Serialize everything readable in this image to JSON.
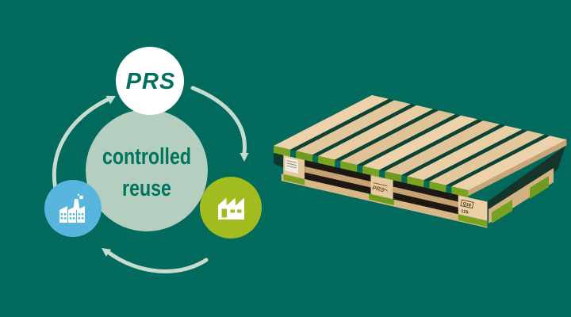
{
  "background_color": "#016a5c",
  "diagram": {
    "title_line1": "controlled",
    "title_line2": "reuse",
    "logo": "PRS",
    "icons": {
      "recycler": "factory-smokestack-icon",
      "producer": "factory-sawtooth-icon"
    },
    "colors": {
      "inner_circle": "#b4cfc0",
      "logo_circle": "#ffffff",
      "logo_text": "#006f5f",
      "title_text": "#00745e",
      "arrows": "#c6dccf",
      "recycler_node": "#58b5dd",
      "producer_node": "#a0bc1e"
    }
  },
  "pallet": {
    "center_block_stamp": "PRS",
    "corner_block_grade": "Q18",
    "corner_block_load": "125·",
    "colors": {
      "wood": "#e6cba4",
      "wood_dark": "#c9a577",
      "paint_stripe": "#7ca320"
    }
  }
}
